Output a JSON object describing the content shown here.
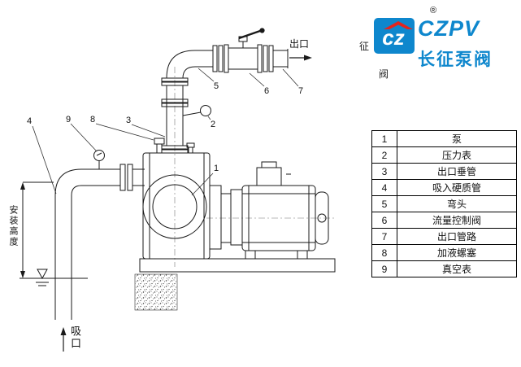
{
  "logo": {
    "registered_mark": "®",
    "acronym": "CZPV",
    "brand_name": "长征泵阀",
    "stamp_char_top": "征",
    "stamp_char_bottom": "阀",
    "icon_monogram": "cz",
    "colors": {
      "blue": "#0e87cd",
      "red": "#e3241d"
    }
  },
  "diagram": {
    "labels": {
      "outlet": "出口",
      "suction_inlet": "吸口",
      "installation_height": "安装高度"
    },
    "callouts": [
      "1",
      "2",
      "3",
      "4",
      "5",
      "6",
      "7",
      "8",
      "9"
    ]
  },
  "parts_table": {
    "rows": [
      {
        "no": "1",
        "name": "泵"
      },
      {
        "no": "2",
        "name": "压力表"
      },
      {
        "no": "3",
        "name": "出口垂管"
      },
      {
        "no": "4",
        "name": "吸入硬质管"
      },
      {
        "no": "5",
        "name": "弯头"
      },
      {
        "no": "6",
        "name": "流量控制阀"
      },
      {
        "no": "7",
        "name": "出口管路"
      },
      {
        "no": "8",
        "name": "加液螺塞"
      },
      {
        "no": "9",
        "name": "真空表"
      }
    ]
  }
}
